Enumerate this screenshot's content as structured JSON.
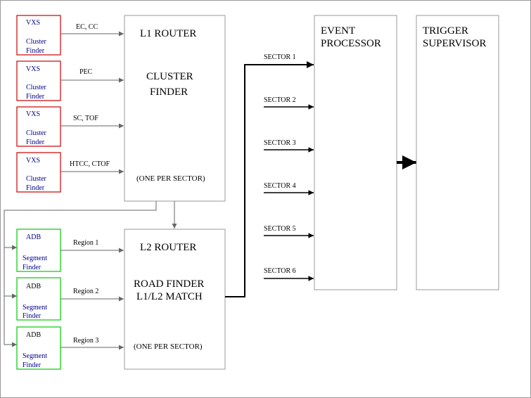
{
  "colors": {
    "vxs": "#cc0000",
    "adb": "#00cc00",
    "line": "#000000",
    "box": "#999999"
  },
  "vxs_modules": [
    {
      "top": "VXS",
      "line1": "Cluster",
      "line2": "Finder",
      "link": "EC, CC"
    },
    {
      "top": "VXS",
      "line1": "Cluster",
      "line2": "Finder",
      "link": "PEC"
    },
    {
      "top": "VXS",
      "line1": "Cluster",
      "line2": "Finder",
      "link": "SC, TOF"
    },
    {
      "top": "VXS",
      "line1": "Cluster",
      "line2": "Finder",
      "link": "HTCC, CTOF"
    }
  ],
  "adb_modules": [
    {
      "top": "ADB",
      "line1": "Segment",
      "line2": "Finder",
      "link": "Region 1"
    },
    {
      "top": "ADB",
      "line1": "Segment",
      "line2": "Finder",
      "link": "Region 2"
    },
    {
      "top": "ADB",
      "line1": "Segment",
      "line2": "Finder",
      "link": "Region 3"
    }
  ],
  "l1_router": {
    "title": "L1 ROUTER",
    "line1": "CLUSTER",
    "line2": "FINDER",
    "note": "(ONE PER SECTOR)"
  },
  "l2_router": {
    "title": "L2 ROUTER",
    "line1": "ROAD FINDER",
    "line2": "L1/L2 MATCH",
    "note": "(ONE PER SECTOR)"
  },
  "event_processor": {
    "line1": "EVENT",
    "line2": "PROCESSOR"
  },
  "trigger_supervisor": {
    "line1": "TRIGGER",
    "line2": "SUPERVISOR"
  },
  "sectors": [
    "SECTOR 1",
    "SECTOR 2",
    "SECTOR 3",
    "SECTOR 4",
    "SECTOR 5",
    "SECTOR 6"
  ]
}
